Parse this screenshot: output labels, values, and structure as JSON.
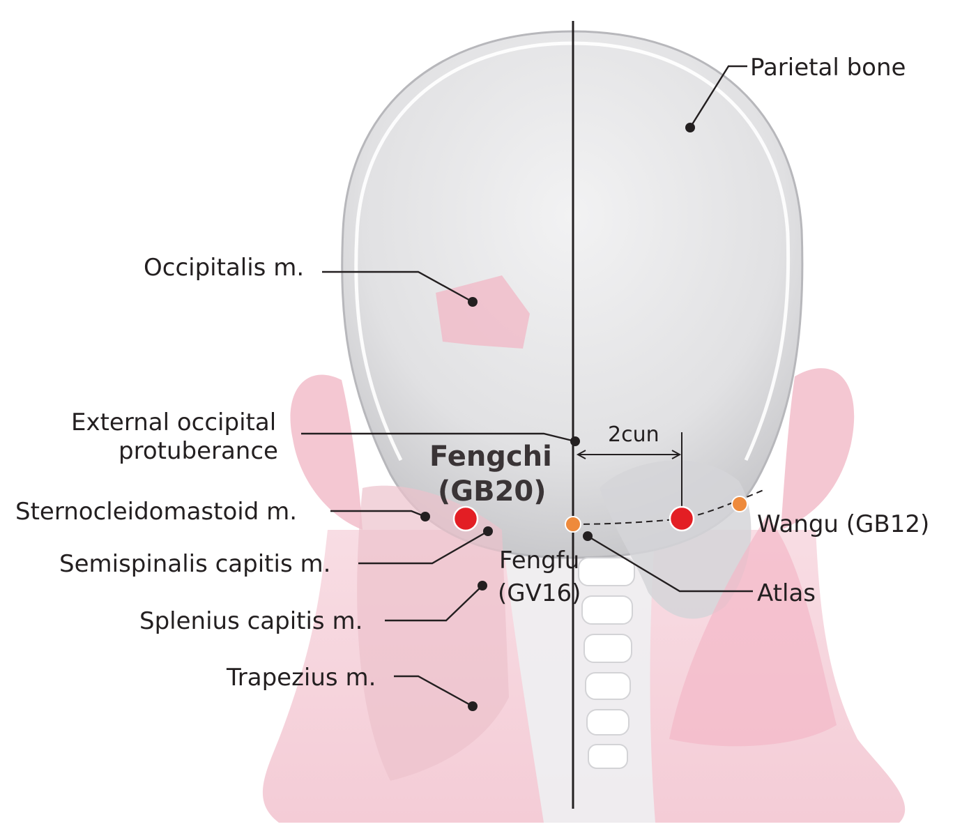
{
  "labels": {
    "parietal_bone": "Parietal bone",
    "occipitalis": "Occipitalis m.",
    "external_occipital_1": "External occipital",
    "external_occipital_2": "protuberance",
    "fengchi_1": "Fengchi",
    "fengchi_2": "(GB20)",
    "scm": "Sternocleidomastoid m.",
    "semispinalis": "Semispinalis capitis m.",
    "splenius": "Splenius capitis m.",
    "trapezius": "Trapezius m.",
    "fengfu_1": "Fengfu",
    "fengfu_2": "(GV16)",
    "wangu": "Wangu (GB12)",
    "atlas": "Atlas",
    "distance": "2cun"
  },
  "colors": {
    "acupoint_main": "#e31e24",
    "acupoint_secondary": "#ee8a3c",
    "muscle_pink": "#f3c6d1",
    "skull_gray": "#e2e2e4",
    "text": "#231f20"
  }
}
